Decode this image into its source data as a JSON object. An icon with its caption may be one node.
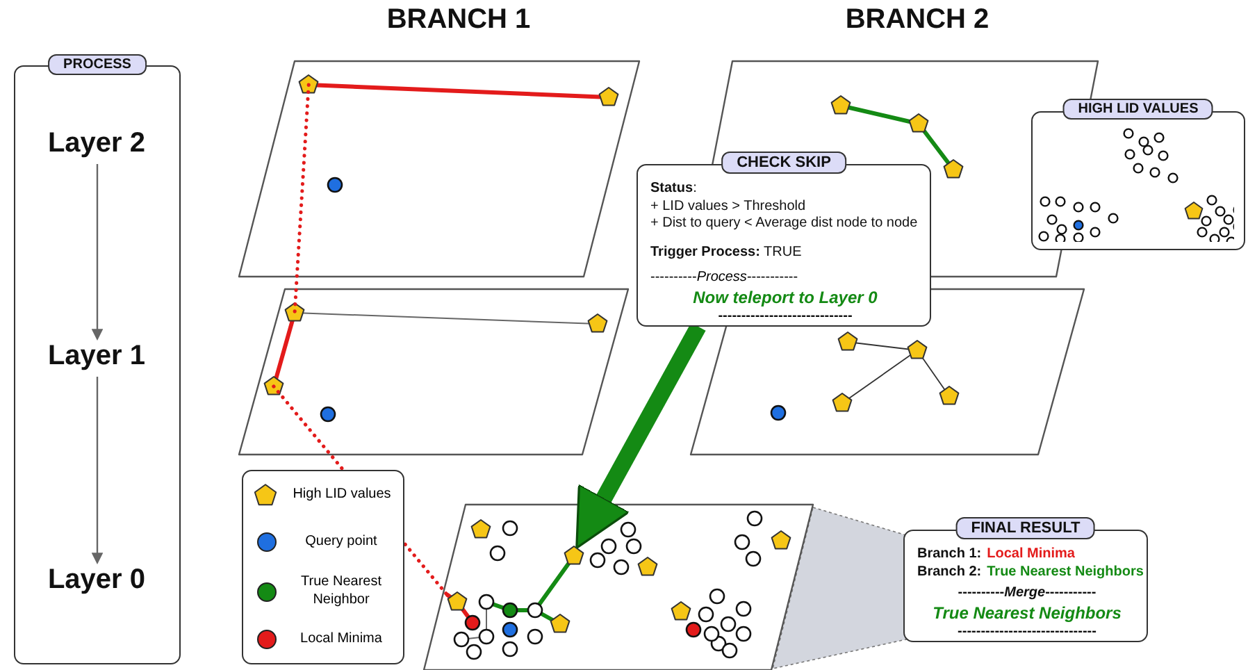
{
  "diagram": {
    "nodes": [
      {
        "text": [
          "PROCESS"
        ]
      },
      {
        "text": [
          "Layer 2"
        ],
        "in": 0
      },
      {
        "text": [
          "Layer 1"
        ],
        "in": 0
      },
      {
        "text": [
          "Layer 0"
        ],
        "in": 0
      },
      {
        "text": [],
        "shape": "parallelogram"
      },
      {
        "text": [],
        "shape": "parallelogram"
      },
      {
        "text": [],
        "shape": "parallelogram"
      },
      {
        "text": [],
        "shape": "parallelogram"
      },
      {
        "text": [],
        "shape": "parallelogram"
      },
      {
        "text": [
          "CHECK SKIP",
          "**Status**:",
          "+ LID values > Threshold",
          "+ Dist to query < Average dist node to node",
          "**Trigger Process:** TRUE",
          "----------*Process*-----------",
          "Now teleport to Layer 0",
          "-----------------------------"
        ]
      },
      {
        "text": [
          "HIGH LID VALUES"
        ]
      },
      {
        "text": [
          "FINAL RESULT",
          "Branch 1:",
          "Local Minima",
          "Branch 2:",
          "True Nearest Neighbors",
          "----------*Merge*-----------",
          "True Nearest Neighbors",
          "------------------------------"
        ]
      }
    ],
    "edges": [
      {
        "from": 1,
        "to": 2,
        "arrow": "to"
      },
      {
        "from": 2,
        "to": 3,
        "arrow": "to"
      },
      {
        "from": 4,
        "to": 6,
        "arrow": "none",
        "style": "dashed",
        "color": "#e31b1b"
      },
      {
        "from": 6,
        "to": 8,
        "arrow": "none",
        "style": "dashed",
        "color": "#e31b1b"
      },
      {
        "from": 9,
        "to": 8,
        "arrow": "to",
        "style": "thick",
        "color": "#148a14"
      }
    ],
    "labels": [
      "BRANCH 1",
      "BRANCH 2"
    ],
    "legend": [
      {
        "text": "High LID values"
      },
      {
        "text": "Query point",
        "color": "#1f6fe0"
      },
      {
        "text": "True Nearest Neighbor",
        "color": "#148a14"
      },
      {
        "text": "Local Minima",
        "color": "#e31b1b"
      }
    ]
  }
}
